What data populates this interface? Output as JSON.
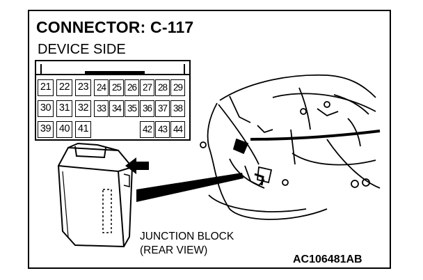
{
  "title": "CONNECTOR: C-117",
  "subtitle": "DEVICE SIDE",
  "connector": {
    "rows": [
      [
        "21",
        "22",
        "23",
        "24",
        "25",
        "26",
        "27",
        "28",
        "29"
      ],
      [
        "30",
        "31",
        "32",
        "33",
        "34",
        "35",
        "36",
        "37",
        "38"
      ],
      [
        "39",
        "40",
        "41",
        "",
        "",
        "",
        "42",
        "43",
        "44"
      ]
    ]
  },
  "label": {
    "line1": "JUNCTION BLOCK",
    "line2": "(REAR VIEW)"
  },
  "code": "AC106481AB",
  "icons": [
    "connector-diagram",
    "junction-block-drawing",
    "arrow-icon",
    "dashboard-wiring-drawing"
  ]
}
